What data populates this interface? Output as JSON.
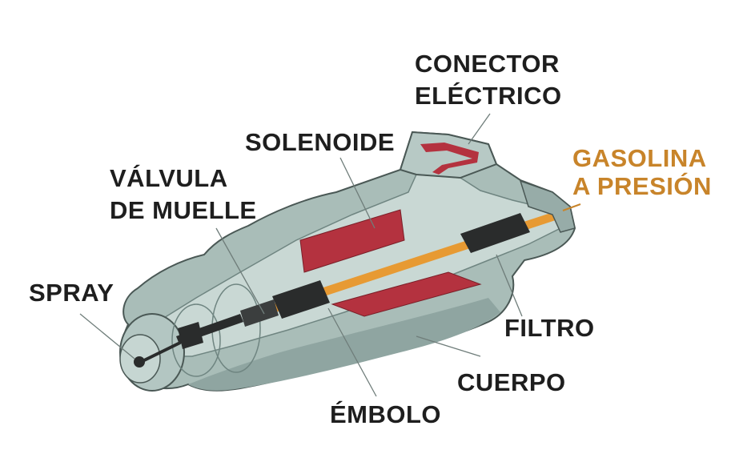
{
  "colors": {
    "label_text": "#1e1e1e",
    "accent_text": "#c8842a",
    "body_fill": "#a9bdb8",
    "body_dark": "#7e9591",
    "body_light": "#cbd9d5",
    "outline": "#4a5855",
    "coil_red": "#b4323f",
    "fuel_line": "#e79a33",
    "plunger_dark": "#2a2c2c"
  },
  "labels": {
    "conector_line1": "CONECTOR",
    "conector_line2": "ELÉCTRICO",
    "solenoide": "SOLENOIDE",
    "valvula_line1": "VÁLVULA",
    "valvula_line2": "DE MUELLE",
    "spray": "SPRAY",
    "gasolina_line1": "GASOLINA",
    "gasolina_line2": "A PRESIÓN",
    "filtro": "FILTRO",
    "cuerpo": "CUERPO",
    "embolo": "ÉMBOLO"
  }
}
